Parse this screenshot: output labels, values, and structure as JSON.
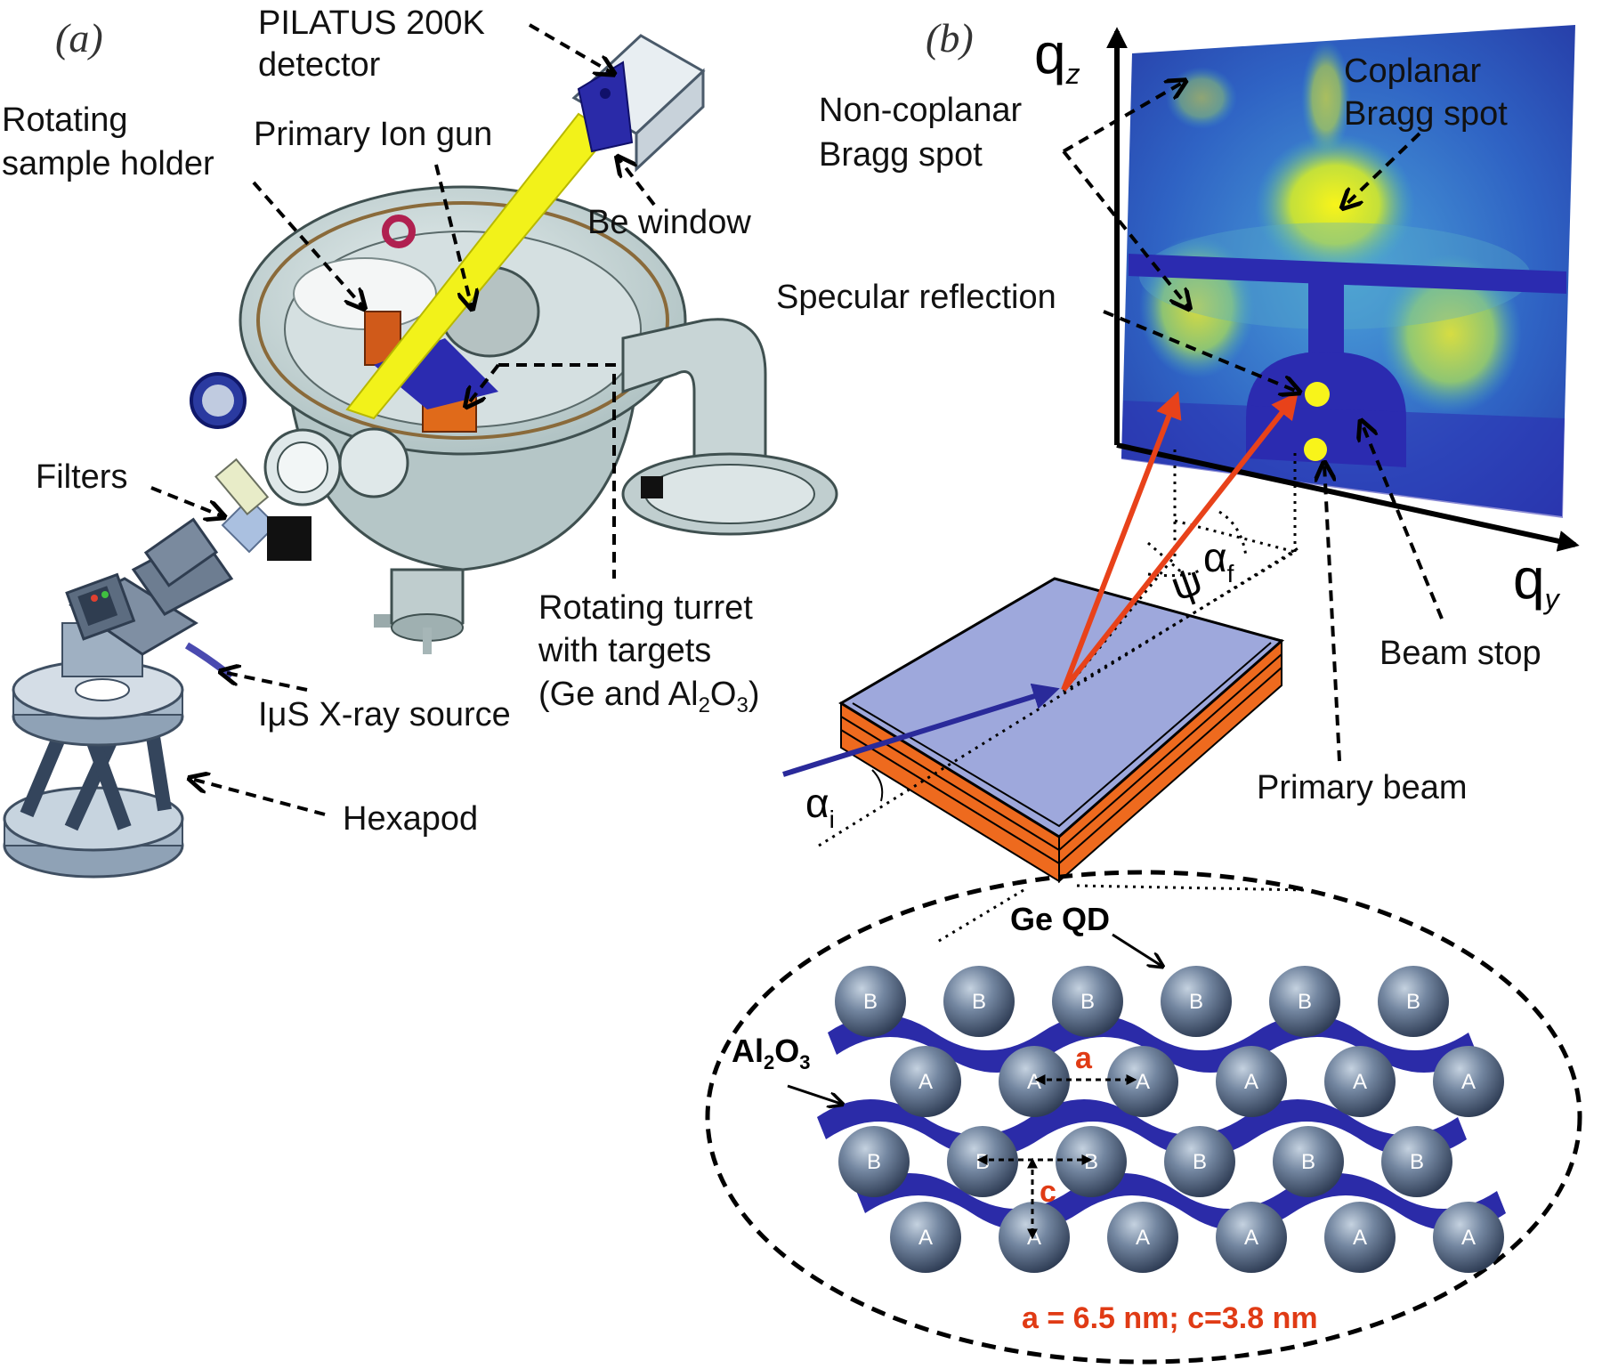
{
  "panels": {
    "a": "(a)",
    "b": "(b)"
  },
  "panel_a_labels": {
    "detector": [
      "PILATUS 200K",
      "detector"
    ],
    "sample_holder": [
      "Rotating",
      "sample holder"
    ],
    "ion_gun": "Primary Ion gun",
    "be_window": "Be window",
    "filters": "Filters",
    "turret": [
      "Rotating turret",
      "with targets",
      "(Ge and Al",
      "2",
      "O",
      "3",
      ")"
    ],
    "xray_source": "IμS X-ray source",
    "hexapod": "Hexapod"
  },
  "panel_b_labels": {
    "qz": "q",
    "qz_sub": "z",
    "qy": "q",
    "qy_sub": "y",
    "non_coplanar": [
      "Non-coplanar",
      "Bragg spot"
    ],
    "coplanar": [
      "Coplanar",
      "Bragg spot"
    ],
    "specular": "Specular reflection",
    "beam_stop": "Beam stop",
    "primary_beam": "Primary beam",
    "alpha_f": "α",
    "alpha_f_sub": "f",
    "alpha_i": "α",
    "alpha_i_sub": "i",
    "psi": "ψ"
  },
  "inset": {
    "ge_qd": "Ge QD",
    "al2o3": [
      "Al",
      "2",
      "O",
      "3"
    ],
    "a_label": "a",
    "c_label": "c",
    "caption": "a = 6.5 nm; c=3.8 nm",
    "rows": [
      [
        "B",
        "B",
        "B",
        "B",
        "B",
        "B"
      ],
      [
        "A",
        "A",
        "A",
        "A",
        "A",
        "A"
      ],
      [
        "B",
        "B",
        "B",
        "B",
        "B",
        "B"
      ],
      [
        "A",
        "A",
        "A",
        "A",
        "A",
        "A"
      ]
    ]
  },
  "colors": {
    "beam_yellow": "#f2f21a",
    "beam_red": "#e8421a",
    "beam_blue": "#2a2a9a",
    "layer_blue": "#2b2ba8",
    "substrate_top": "#9ea8dc",
    "substrate_layers": "#ee6a1e",
    "detector_bg": "#2a3fb0",
    "spot_yellow": "#f4f21e",
    "chamber": "#c9d7d8"
  }
}
